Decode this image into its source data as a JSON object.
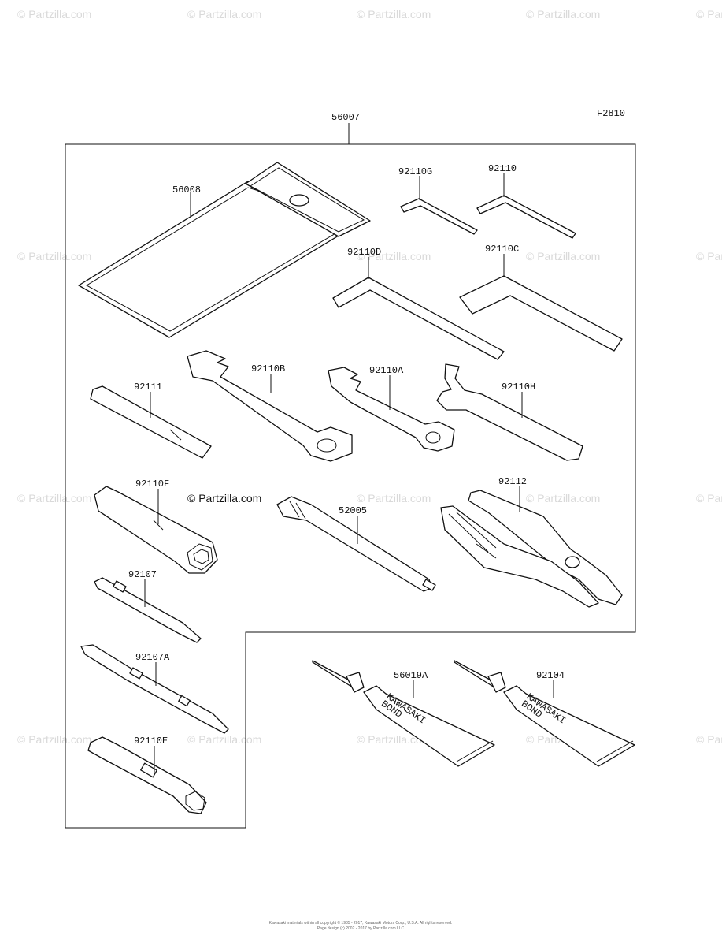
{
  "figure_code": "F2810",
  "watermark": "© Partzilla.com",
  "inline_watermark": "© Partzilla.com",
  "labels": {
    "kit": "56007",
    "case": "56008",
    "hex_g": "92110G",
    "hex_plain": "92110",
    "hex_d": "92110D",
    "hex_c": "92110C",
    "handle": "92111",
    "wrench_b": "92110B",
    "wrench_a": "92110A",
    "wrench_h": "92110H",
    "socket_f": "92110F",
    "extension": "52005",
    "pliers": "92112",
    "screwdriver": "92107",
    "screwdriver_a": "92107A",
    "socket_e": "92110E",
    "bond_a": "56019A",
    "bond_b": "92104"
  },
  "tube_brand": "KAWASAKI",
  "tube_text": "BOND",
  "footer": {
    "line1": "Kawasaki materials within all copyright © 1985 - 2017, Kawasaki Motors Corp., U.S.A. All rights reserved.",
    "line2": "Page design (c) 2002 - 2017 by Partzilla.com LLC"
  }
}
